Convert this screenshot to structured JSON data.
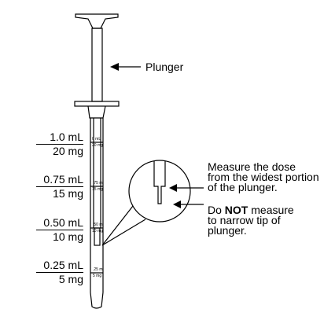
{
  "plunger_label": "Plunger",
  "doses": [
    {
      "ml": "1.0 mL",
      "mg": "20 mg"
    },
    {
      "ml": "0.75 mL",
      "mg": "15 mg"
    },
    {
      "ml": "0.50 mL",
      "mg": "10 mg"
    },
    {
      "ml": "0.25 mL",
      "mg": "5 mg"
    }
  ],
  "barrel_marks": [
    {
      "ml": "0 mL",
      "mg": "20 mg"
    },
    {
      "ml": ".75 m",
      "mg": "15 mg"
    },
    {
      "ml": ".50 m",
      "mg": "10 mg"
    },
    {
      "ml": ".25 m",
      "mg": "5 mg"
    }
  ],
  "note_measure": [
    "Measure the dose",
    "from the widest portion",
    "of the plunger."
  ],
  "note_do_not": {
    "prefix": "Do ",
    "emphasis": "NOT",
    "suffix": " measure",
    "line2": "to narrow tip of",
    "line3": "plunger."
  }
}
